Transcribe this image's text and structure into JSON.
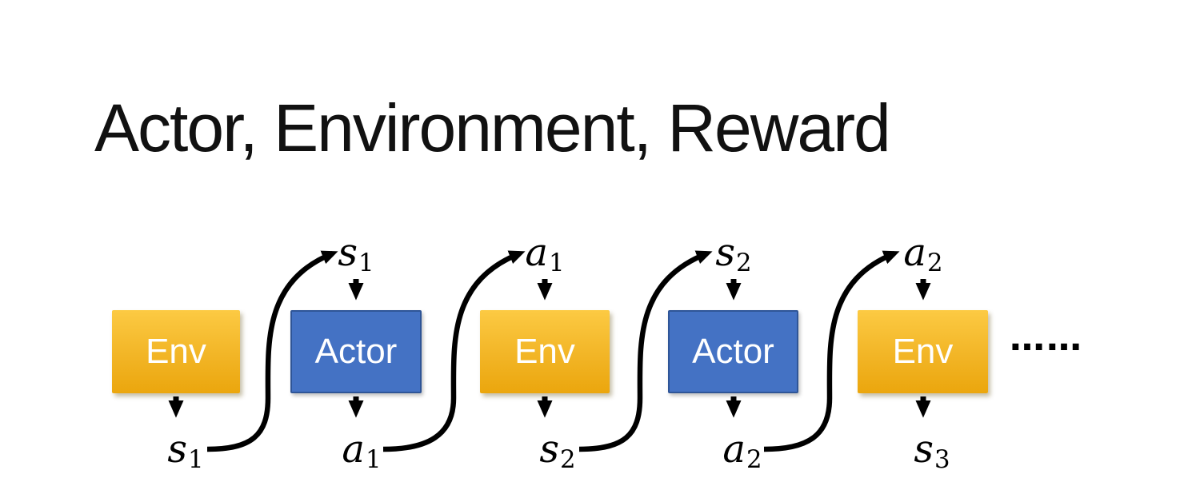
{
  "title": "Actor, Environment, Reward",
  "colors": {
    "env_top": "#FCCA43",
    "env_bottom": "#EBA60D",
    "actor_fill": "#4472C4",
    "actor_border": "#2F5597",
    "arrow": "#000000"
  },
  "diagram": {
    "boxes": [
      {
        "label": "Env",
        "type": "env"
      },
      {
        "label": "Actor",
        "type": "actor"
      },
      {
        "label": "Env",
        "type": "env"
      },
      {
        "label": "Actor",
        "type": "actor"
      },
      {
        "label": "Env",
        "type": "env"
      }
    ],
    "top_labels": [
      {
        "base": "s",
        "sub": "1"
      },
      {
        "base": "a",
        "sub": "1"
      },
      {
        "base": "s",
        "sub": "2"
      },
      {
        "base": "a",
        "sub": "2"
      }
    ],
    "bottom_labels": [
      {
        "base": "s",
        "sub": "1"
      },
      {
        "base": "a",
        "sub": "1"
      },
      {
        "base": "s",
        "sub": "2"
      },
      {
        "base": "a",
        "sub": "2"
      },
      {
        "base": "s",
        "sub": "3"
      }
    ],
    "ellipsis": "……"
  }
}
